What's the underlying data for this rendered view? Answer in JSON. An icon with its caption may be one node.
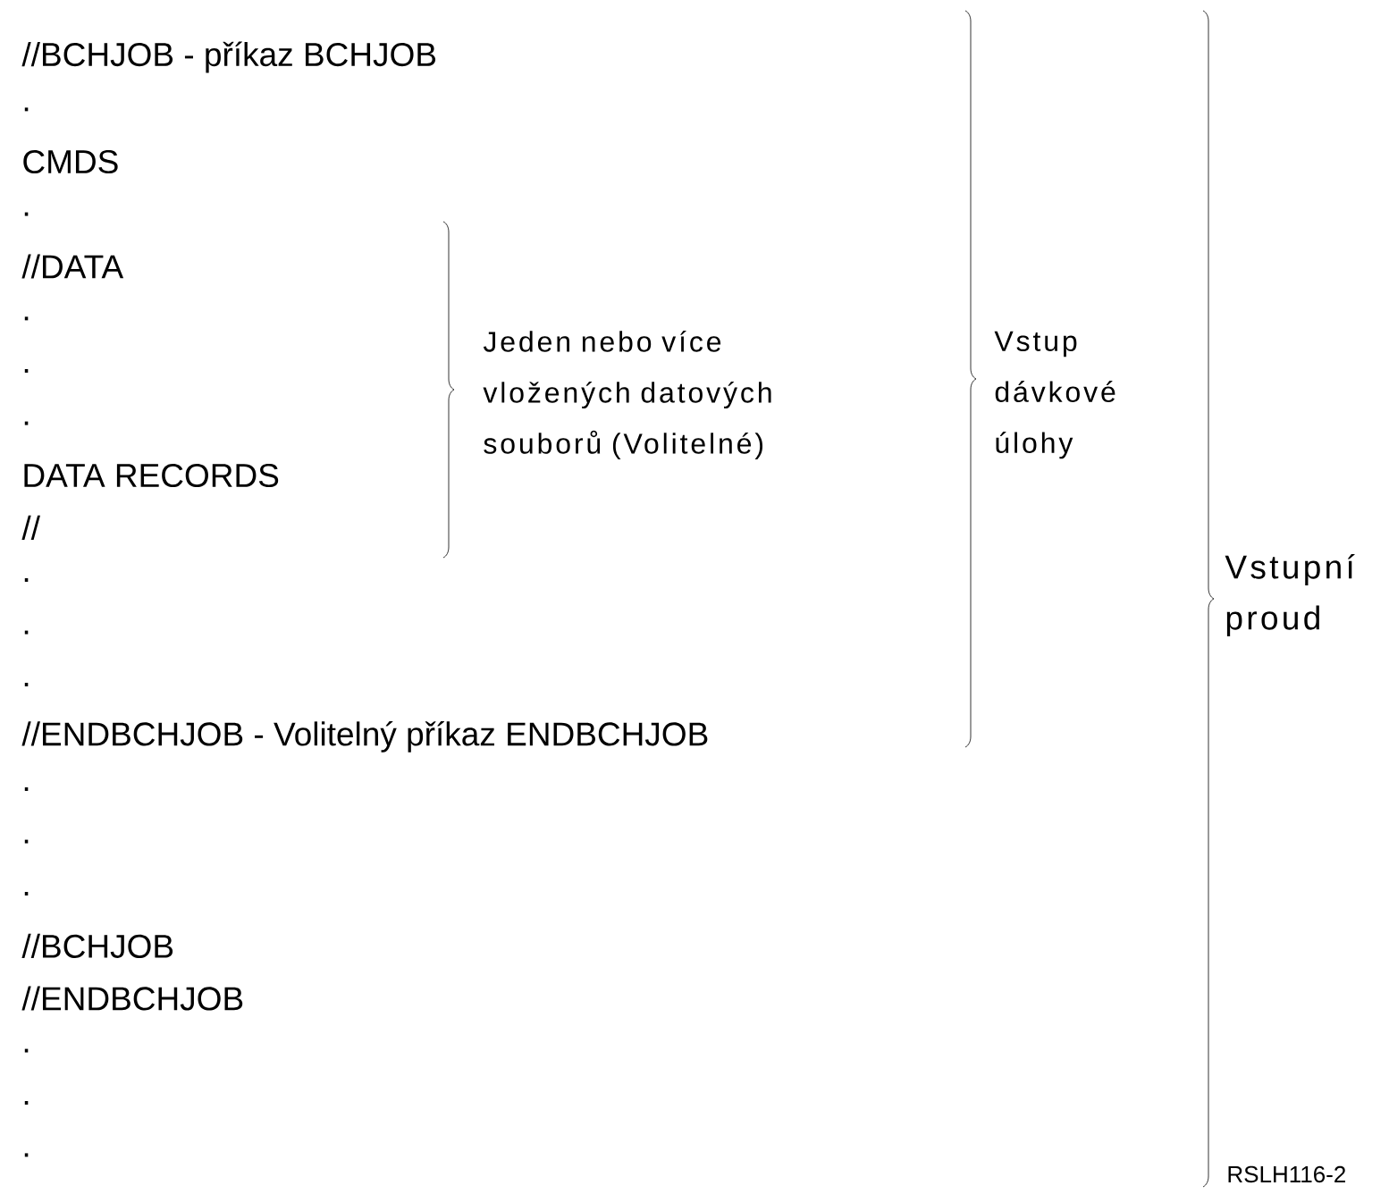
{
  "diagram": {
    "labels": [
      "//BCHJOB - příkaz BCHJOB",
      ".",
      "CMDS",
      ".",
      "//DATA",
      ".",
      ".",
      ".",
      "DATA RECORDS",
      "//",
      ".",
      ".",
      ".",
      "//ENDBCHJOB - Volitelný příkaz ENDBCHJOB",
      ".",
      ".",
      ".",
      "//BCHJOB",
      "//ENDBCHJOB",
      ".",
      ".",
      ".",
      "Jeden nebo více vložených datových souborů (Volitelné)",
      "Vstup dávkové úlohy",
      "Vstupní proud",
      "RSLH116-2"
    ]
  }
}
